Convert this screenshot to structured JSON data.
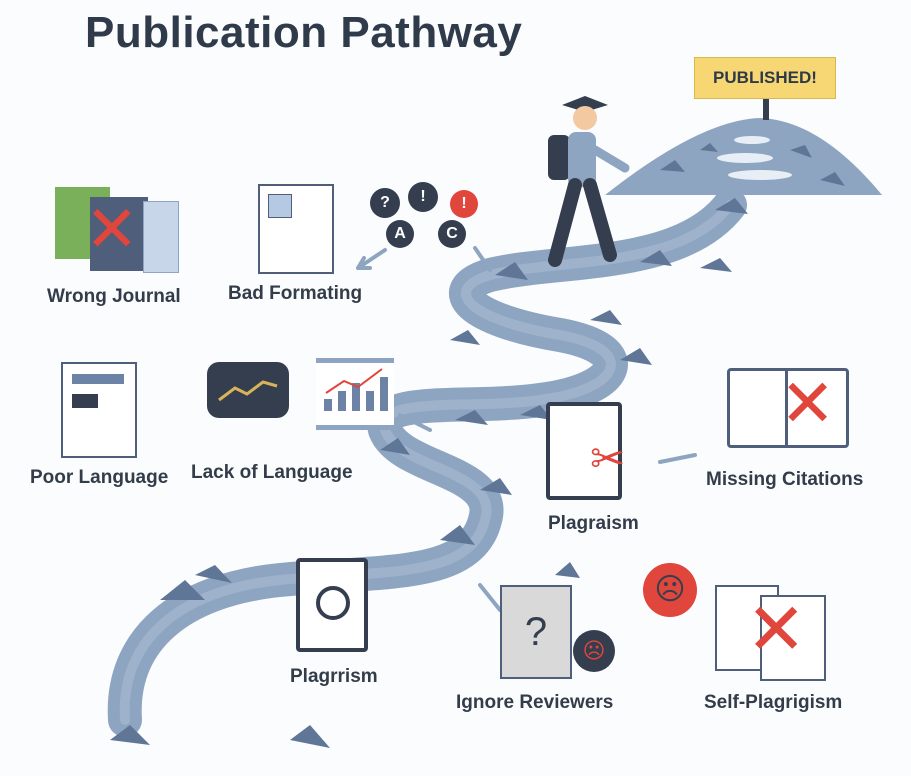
{
  "title": "Publication Pathway",
  "goal_sign": "PUBLISHED!",
  "pitfalls": [
    {
      "label": "Wrong Journal",
      "icon": "wrong-journal-icon"
    },
    {
      "label": "Bad Formating",
      "icon": "broken-document-icon"
    },
    {
      "label": "Poor Language",
      "icon": "document-icon"
    },
    {
      "label": "Lack of Language",
      "icon": "chat-chart-icon"
    },
    {
      "label": "Plagraism",
      "icon": "clipboard-scissors-icon"
    },
    {
      "label": "Missing Citations",
      "icon": "crossed-book-icon"
    },
    {
      "label": "Plagrrism",
      "icon": "clipboard-magnifier-icon"
    },
    {
      "label": "Ignore Reviewers",
      "icon": "question-document-icon"
    },
    {
      "label": "Self-Plagrigism",
      "icon": "crossed-documents-icon"
    }
  ],
  "bubble_letters": [
    "?",
    "!",
    "!",
    "A",
    "C"
  ],
  "colors": {
    "road": "#8ea5c2",
    "rock": "#5f7697",
    "accent_red": "#e0463c",
    "sign": "#f7d774",
    "dark": "#343e4f"
  }
}
